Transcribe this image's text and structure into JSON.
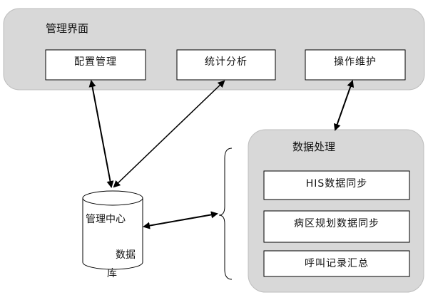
{
  "management": {
    "title": "管理界面",
    "boxes": [
      "配置管理",
      "统计分析",
      "操作维护"
    ]
  },
  "processing": {
    "title": "数据处理",
    "boxes": [
      "HIS数据同步",
      "病区规划数据同步",
      "呼叫记录汇总"
    ]
  },
  "database": {
    "label": "管理中心",
    "sub1": "数据",
    "sub2": "库"
  },
  "colors": {
    "panel": "#d8d8d8",
    "panel_stroke": "#bdbdbd",
    "box": "#ffffff",
    "line": "#000000"
  }
}
